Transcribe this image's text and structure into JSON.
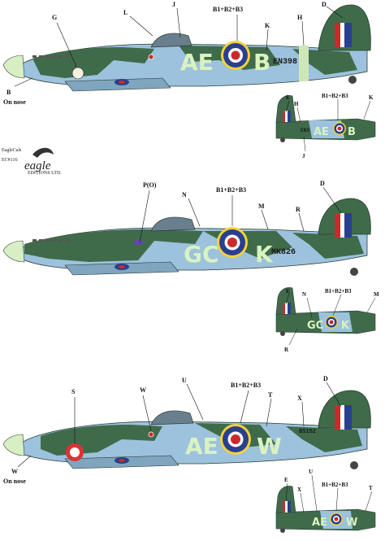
{
  "brand": {
    "line1": "EagleCals",
    "line2": "EC#116",
    "logo_word": "eagle",
    "logo_sub": "EDITIONS LTD."
  },
  "colors": {
    "dark_green": "#3f6b4a",
    "sky_blue": "#9cc2dd",
    "ocean_grey": "#7fa5bf",
    "spinner": "#d8efc4",
    "band": "#cde8b6",
    "code_letter": "#d9f2c0",
    "roundel_blue": "#2a3f8f",
    "roundel_red": "#cc2a2a",
    "roundel_yellow": "#f2d23a"
  },
  "aircraft1": {
    "labels": {
      "G": "G",
      "L": "L",
      "J": "J",
      "B123": "B1+B2+B3",
      "K": "K",
      "H": "H",
      "D": "D",
      "B": "B",
      "on_nose": "On nose"
    },
    "code_left": "AE",
    "code_right": "B",
    "serial": "EN398",
    "small_labels": {
      "E": "E",
      "H": "H",
      "B123": "B1+B2+B3",
      "K": "K",
      "J": "J"
    },
    "small_code": "AE",
    "small_letter": "B",
    "small_serial": "EN3"
  },
  "aircraft2": {
    "labels": {
      "P": "P(O)",
      "N": "N",
      "B123": "B1+B2+B3",
      "M": "M",
      "R": "R",
      "D": "D"
    },
    "code_left": "GC",
    "code_right": "K",
    "serial": "MK826",
    "small_labels": {
      "E": "E",
      "N": "N",
      "B123": "B1+B2+B3",
      "M": "M",
      "R": "R"
    },
    "small_code": "GC",
    "small_letter": "K"
  },
  "aircraft3": {
    "labels": {
      "S": "S",
      "W": "W",
      "U": "U",
      "B123": "B1+B2+B3",
      "T": "T",
      "X": "X",
      "D": "D",
      "W2": "W",
      "on_nose": "On nose"
    },
    "code_left": "AE",
    "code_right": "W",
    "serial": "BS152",
    "small_labels": {
      "E": "E",
      "X": "X",
      "U": "U",
      "B123": "B1+B2+B3",
      "T": "T"
    },
    "small_code": "AE",
    "small_letter": "W"
  }
}
